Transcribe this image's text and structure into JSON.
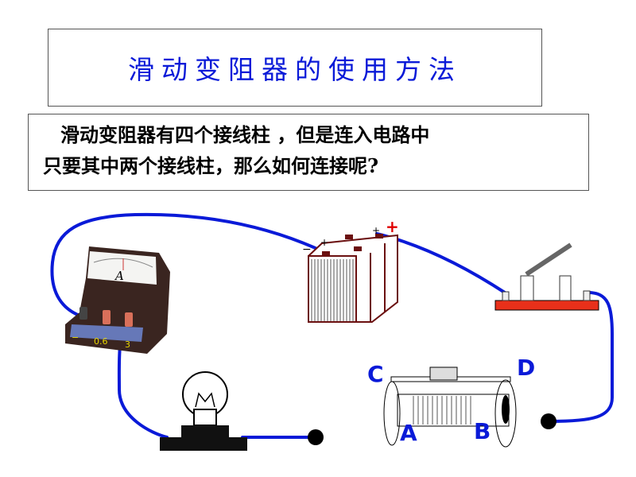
{
  "title": "滑动变阻器的使用方法",
  "question": {
    "line1": "滑动变阻器有四个接线柱 ，但是连入电路中",
    "line2": "只要其中两个接线柱，那么如何连接呢?"
  },
  "ammeter": {
    "symbol": "A",
    "terminals": [
      "−",
      "0.6",
      "3"
    ]
  },
  "battery": {
    "minus": "−",
    "plus_small": "+",
    "plus_red": "+"
  },
  "rheostat": {
    "labels": {
      "a": "A",
      "b": "B",
      "c": "C",
      "d": "D"
    }
  },
  "colors": {
    "wire": "#0a1ad8",
    "title": "#0a1ad8",
    "label": "#0a1ad8",
    "plus": "#e00000"
  }
}
